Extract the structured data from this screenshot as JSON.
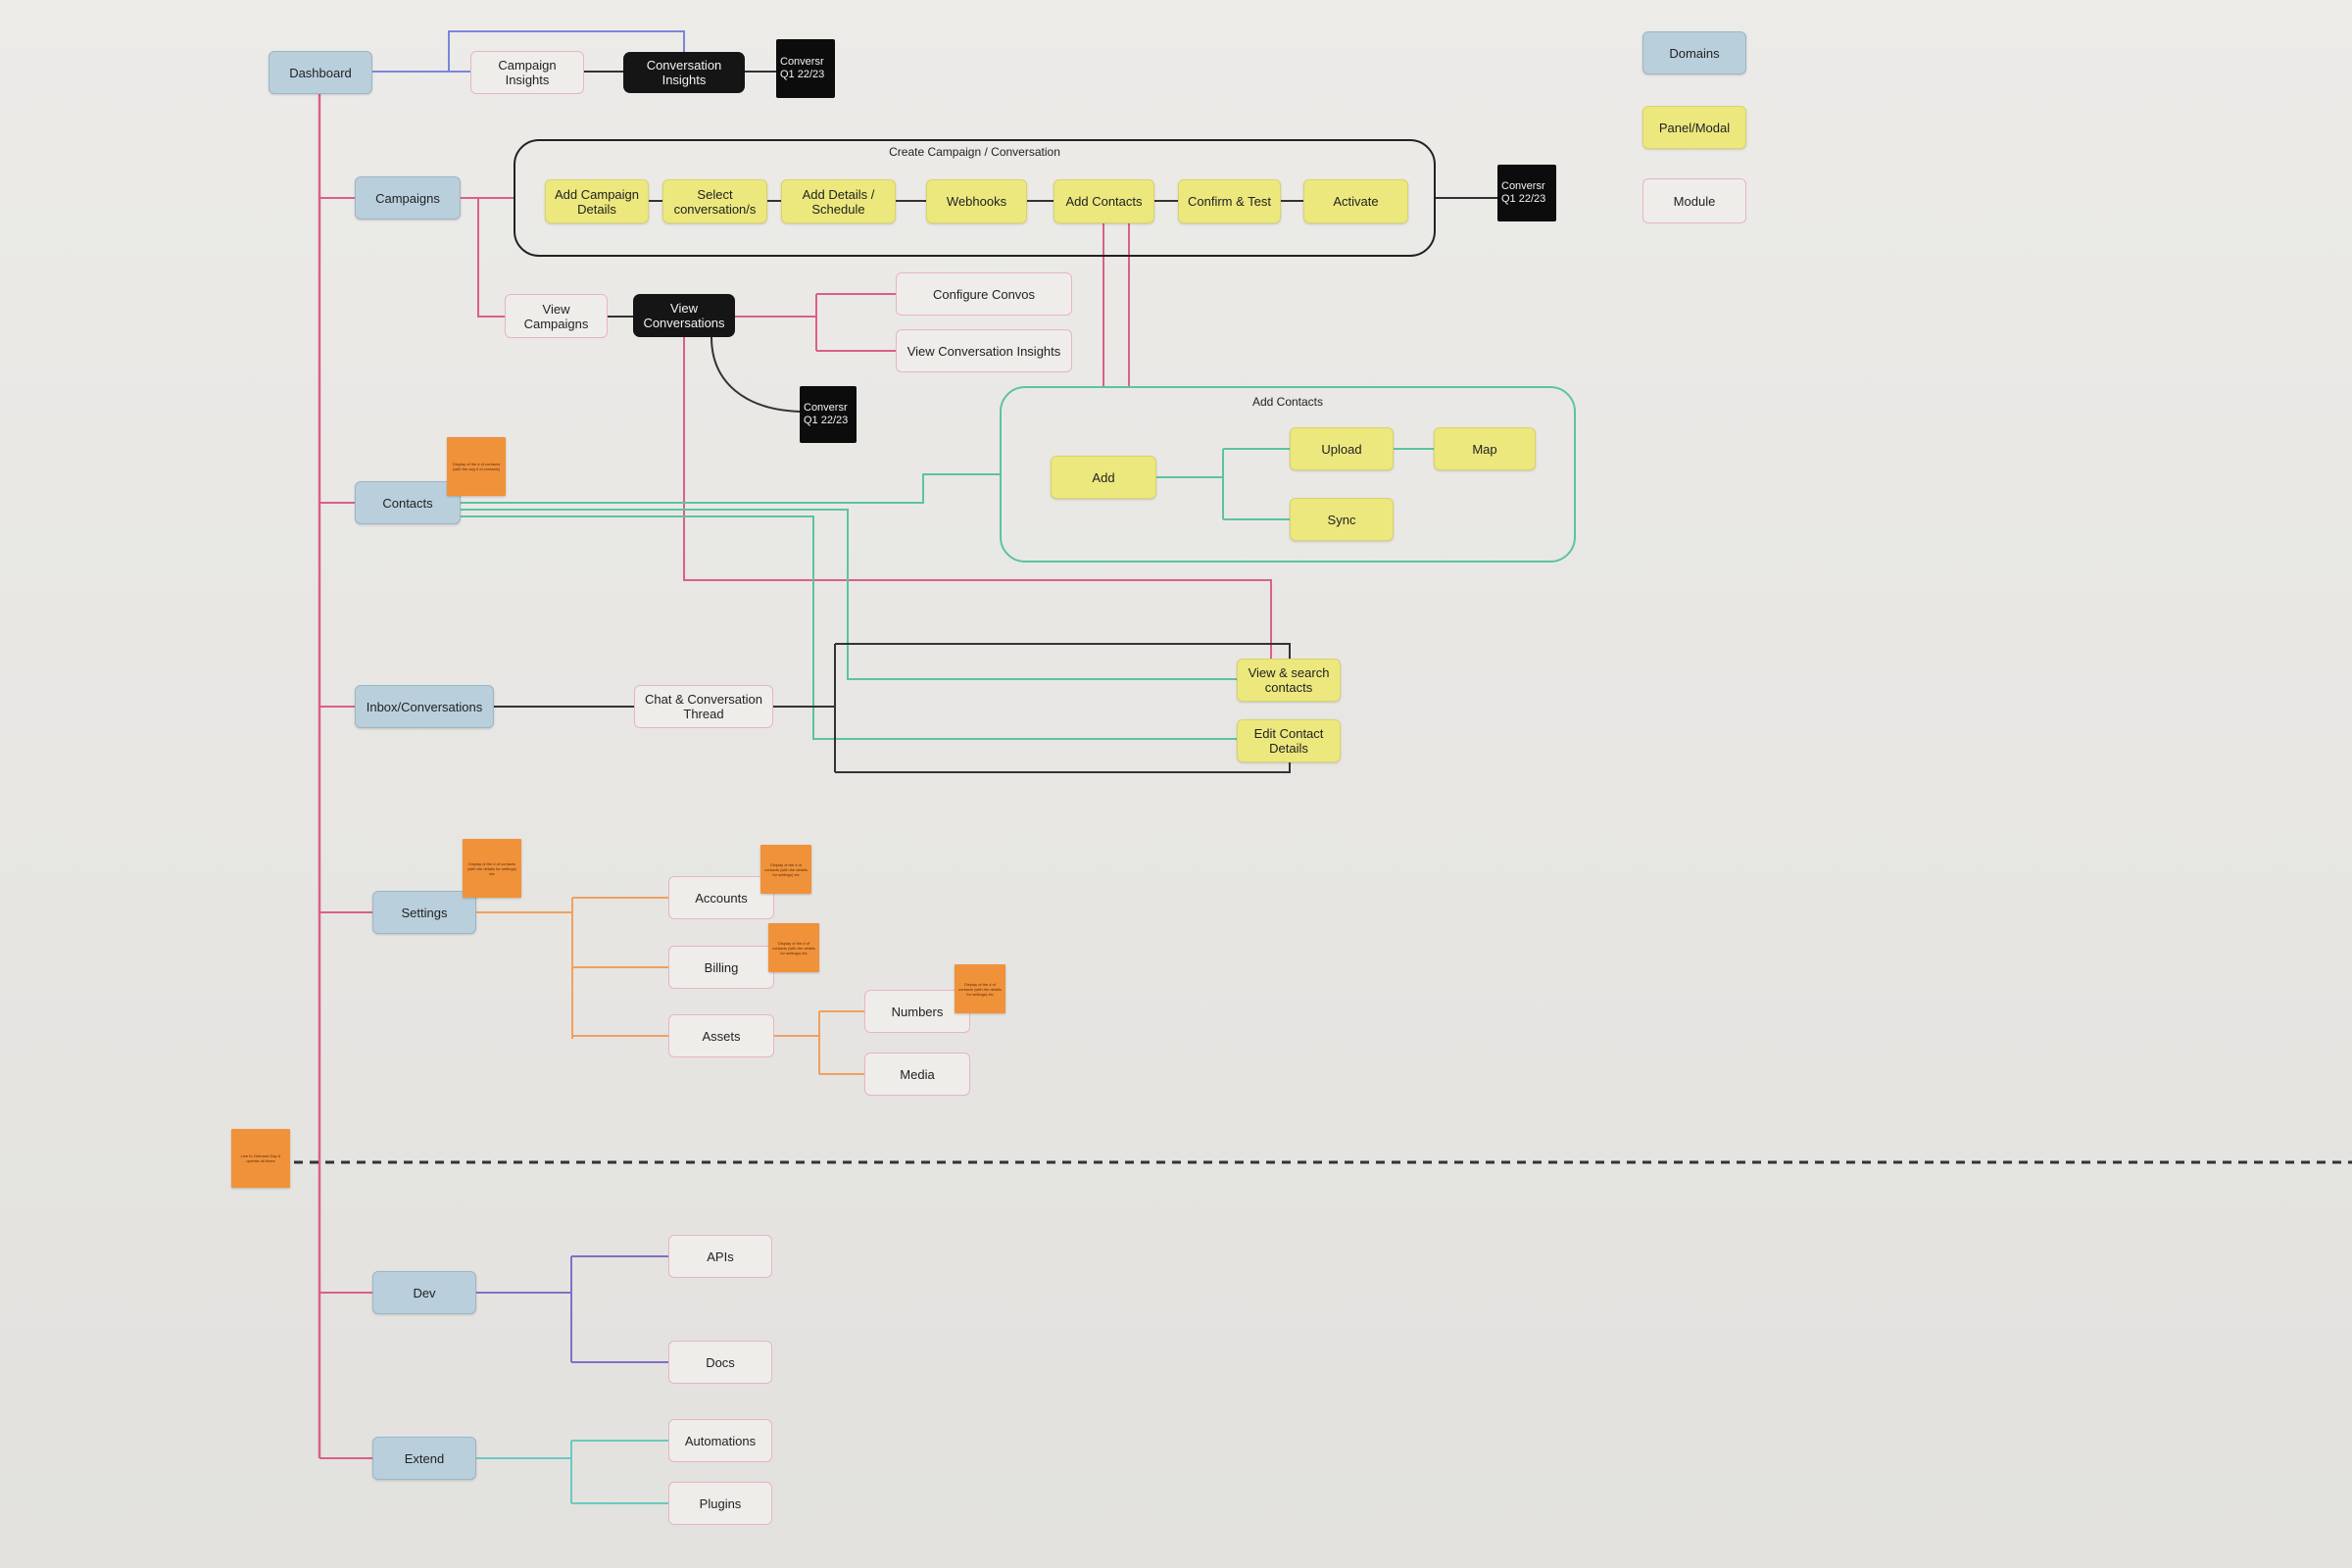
{
  "legend": {
    "domains": "Domains",
    "panel_modal": "Panel/Modal",
    "module": "Module"
  },
  "top": {
    "dashboard": "Dashboard",
    "campaign_insights": "Campaign Insights",
    "conversation_insights": "Conversation\nInsights",
    "conversr_1": "Conversr\nQ1 22/23"
  },
  "create_flow": {
    "title": "Create Campaign / Conversation",
    "steps": [
      "Add Campaign\nDetails",
      "Select\nconversation/s",
      "Add Details /\nSchedule",
      "Webhooks",
      "Add Contacts",
      "Confirm & Test",
      "Activate"
    ],
    "conversr": "Conversr\nQ1 22/23"
  },
  "campaigns": {
    "label": "Campaigns",
    "view_campaigns": "View Campaigns",
    "view_conversations": "View\nConversations",
    "configure_convos": "Configure Convos",
    "view_conversation_insights": "View Conversation Insights",
    "conversr": "Conversr\nQ1 22/23"
  },
  "add_contacts": {
    "title": "Add Contacts",
    "add": "Add",
    "upload": "Upload",
    "map": "Map",
    "sync": "Sync"
  },
  "contacts": {
    "label": "Contacts",
    "view_search": "View  & search\ncontacts",
    "edit_details": "Edit Contact\nDetails"
  },
  "inbox": {
    "label": "Inbox/Conversations",
    "chat_thread": "Chat & Conversation\nThread"
  },
  "settings": {
    "label": "Settings",
    "accounts": "Accounts",
    "billing": "Billing",
    "assets": "Assets",
    "numbers": "Numbers",
    "media": "Media"
  },
  "dev": {
    "label": "Dev",
    "apis": "APIs",
    "docs": "Docs"
  },
  "extend": {
    "label": "Extend",
    "automations": "Automations",
    "plugins": "Plugins"
  },
  "sticky_notes": {
    "contacts": "Display of the # of contacts (with the avg # of contacts)",
    "settings": "Display of the # of contacts (with the details for settings) etc",
    "accounts": "Display of the # of contacts (with the details for settings) etc",
    "billing": "Display of the # of contacts (with the details for settings) etc",
    "numbers": "Display of the # of contacts (with the details for settings) etc",
    "divider": "Line to Onboard Day & operate all times"
  },
  "colors": {
    "background": "#e9e8e5",
    "trunk": "#d9608a",
    "dashboard_link": "#7a86d8",
    "contacts_link": "#5cc3a3",
    "settings_link": "#f0a060",
    "dev_link": "#8070c8",
    "extend_link": "#6cc8c0",
    "flow_link": "#333333",
    "domain_fill": "#b9cfdc",
    "panel_fill": "#ece87e",
    "module_border": "#e6b4c6",
    "sticky_fill": "#f0923a"
  }
}
